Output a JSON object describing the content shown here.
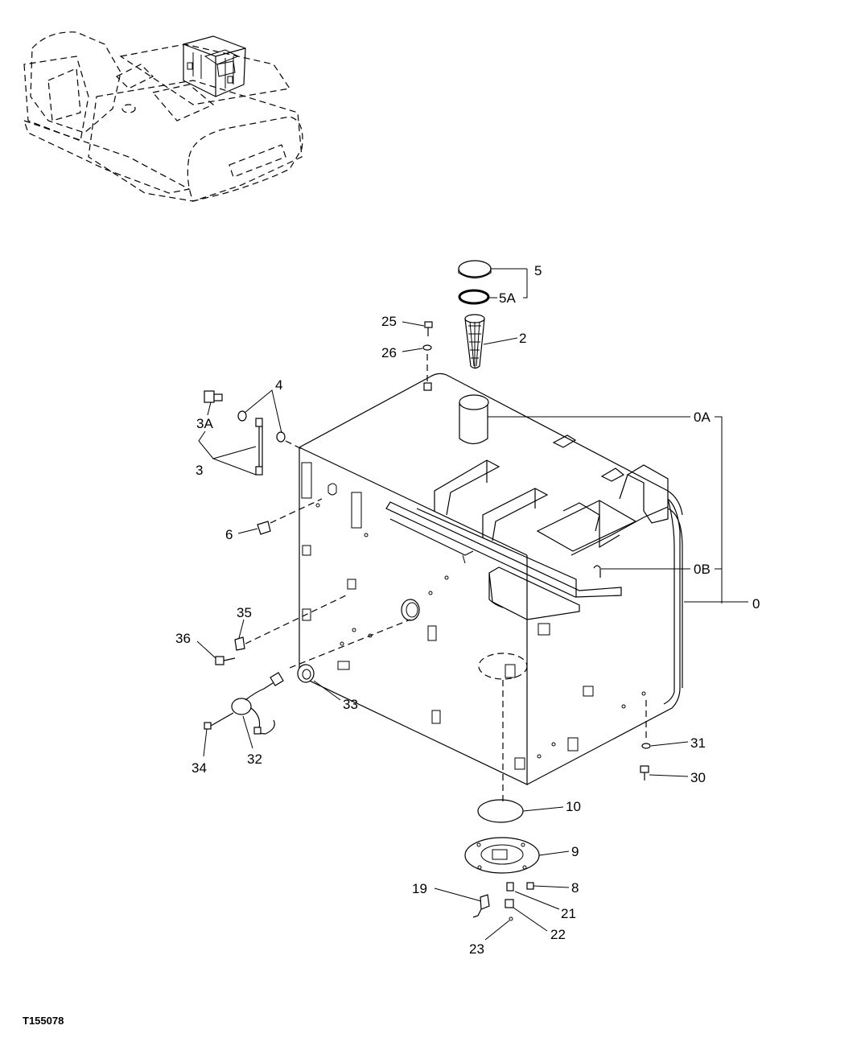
{
  "figure_code": "T155078",
  "callouts": {
    "c0": "0",
    "c0A": "0A",
    "c0B": "0B",
    "c2": "2",
    "c3": "3",
    "c3A": "3A",
    "c4": "4",
    "c5": "5",
    "c5A": "5A",
    "c6": "6",
    "c8": "8",
    "c9": "9",
    "c10": "10",
    "c19": "19",
    "c21": "21",
    "c22": "22",
    "c23": "23",
    "c25": "25",
    "c26": "26",
    "c30": "30",
    "c31": "31",
    "c32": "32",
    "c33": "33",
    "c34": "34",
    "c35": "35",
    "c36": "36"
  }
}
